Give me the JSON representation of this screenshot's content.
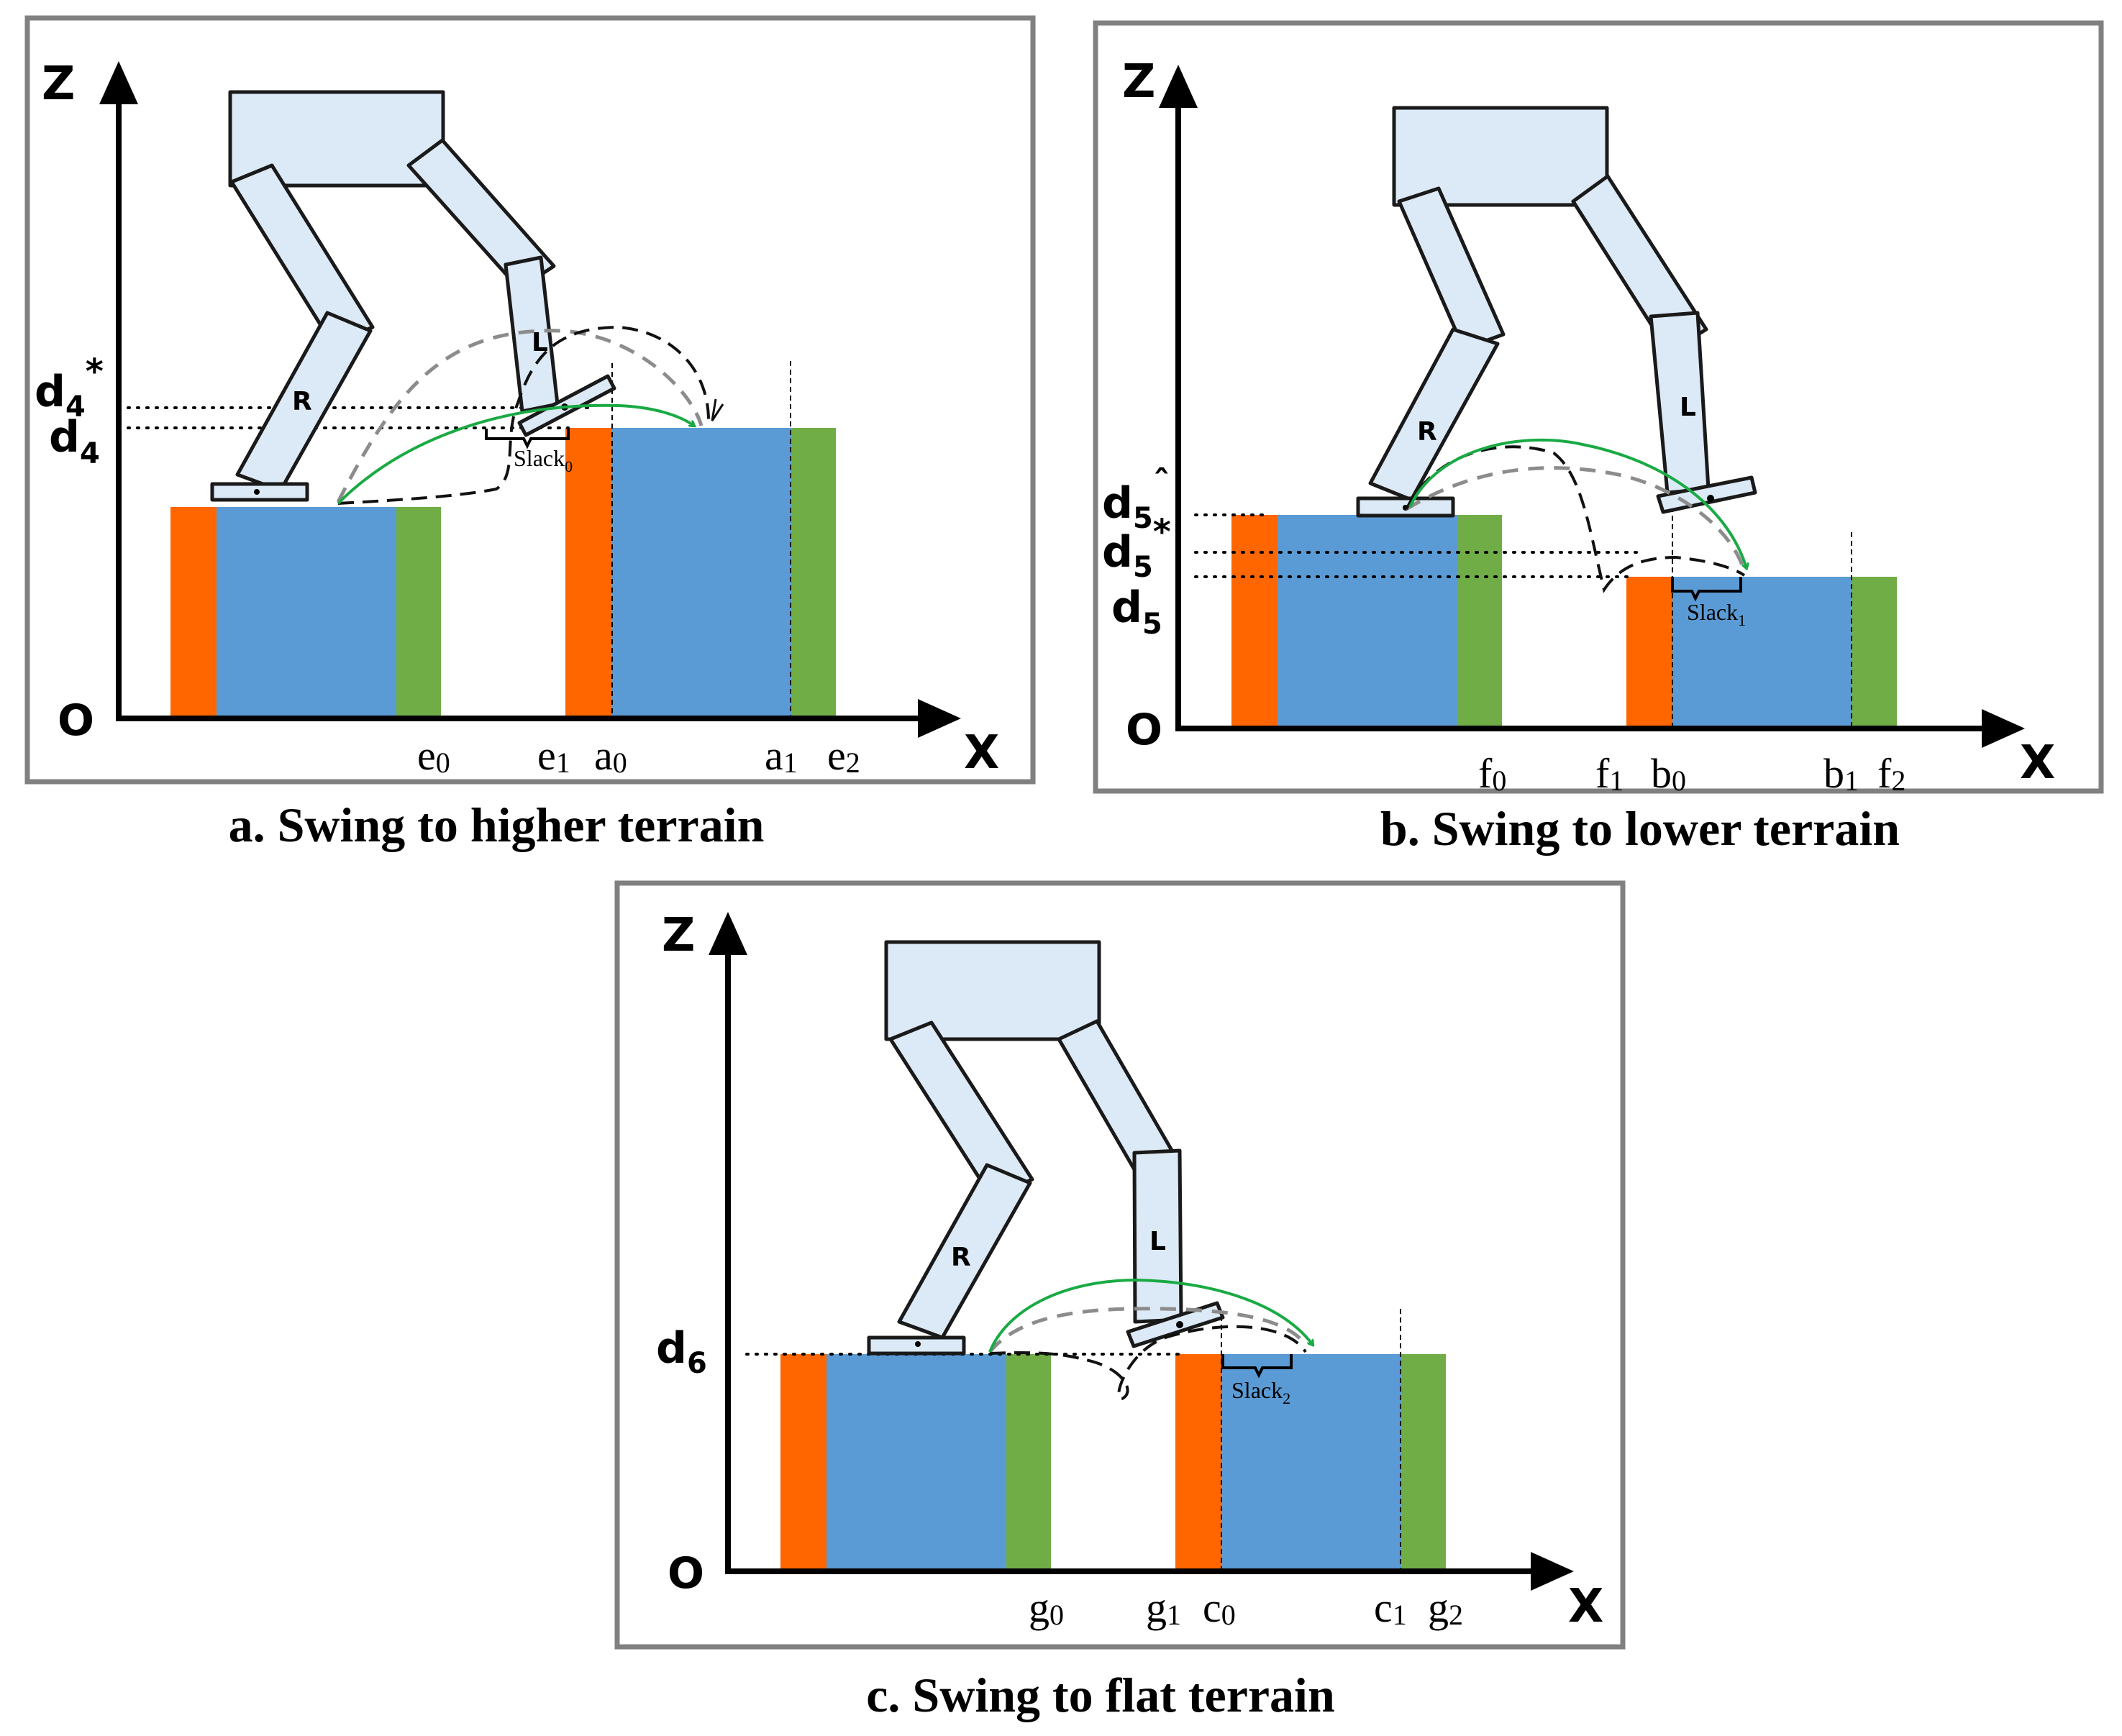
{
  "panels": [
    {
      "id": "a",
      "caption": "a. Swing to  higher terrain",
      "axis_z": "Z",
      "axis_x": "X",
      "origin": "O",
      "leg_left": "L",
      "leg_right": "R",
      "level_labels": [
        {
          "base": "d",
          "sub": "4",
          "sup": "*"
        },
        {
          "base": "d",
          "sub": "4",
          "sup": ""
        }
      ],
      "slack": {
        "base": "Slack",
        "sub": "0"
      },
      "x_labels": [
        {
          "base": "e",
          "sub": "0"
        },
        {
          "base": "e",
          "sub": "1"
        },
        {
          "base": "a",
          "sub": "0"
        },
        {
          "base": "a",
          "sub": "1"
        },
        {
          "base": "e",
          "sub": "2"
        }
      ]
    },
    {
      "id": "b",
      "caption": "b. Swing to  lower terrain",
      "axis_z": "Z",
      "axis_x": "X",
      "origin": "O",
      "leg_left": "L",
      "leg_right": "R",
      "level_labels": [
        {
          "base": "d",
          "sub": "5",
          "sup": "ˆ"
        },
        {
          "base": "d",
          "sub": "5",
          "sup": "*"
        },
        {
          "base": "d",
          "sub": "5",
          "sup": ""
        }
      ],
      "slack": {
        "base": "Slack",
        "sub": "1"
      },
      "x_labels": [
        {
          "base": "f",
          "sub": "0"
        },
        {
          "base": "f",
          "sub": "1"
        },
        {
          "base": "b",
          "sub": "0"
        },
        {
          "base": "b",
          "sub": "1"
        },
        {
          "base": "f",
          "sub": "2"
        }
      ]
    },
    {
      "id": "c",
      "caption": "c. Swing to  flat terrain",
      "axis_z": "Z",
      "axis_x": "X",
      "origin": "O",
      "leg_left": "L",
      "leg_right": "R",
      "level_labels": [
        {
          "base": "d",
          "sub": "6",
          "sup": ""
        }
      ],
      "slack": {
        "base": "Slack",
        "sub": "2"
      },
      "x_labels": [
        {
          "base": "g",
          "sub": "0"
        },
        {
          "base": "g",
          "sub": "1"
        },
        {
          "base": "c",
          "sub": "0"
        },
        {
          "base": "c",
          "sub": "1"
        },
        {
          "base": "g",
          "sub": "2"
        }
      ]
    }
  ],
  "colors": {
    "frame": "#808080",
    "robot_fill": "#dce9f6",
    "robot_stroke": "#1a1a1a",
    "terrain_main": "#5b9bd5",
    "terrain_orange": "#ff6600",
    "terrain_green": "#70ad47",
    "trajectory_green": "#1aaa44",
    "trajectory_gray": "#8c8c8c",
    "trajectory_black": "#111111"
  }
}
